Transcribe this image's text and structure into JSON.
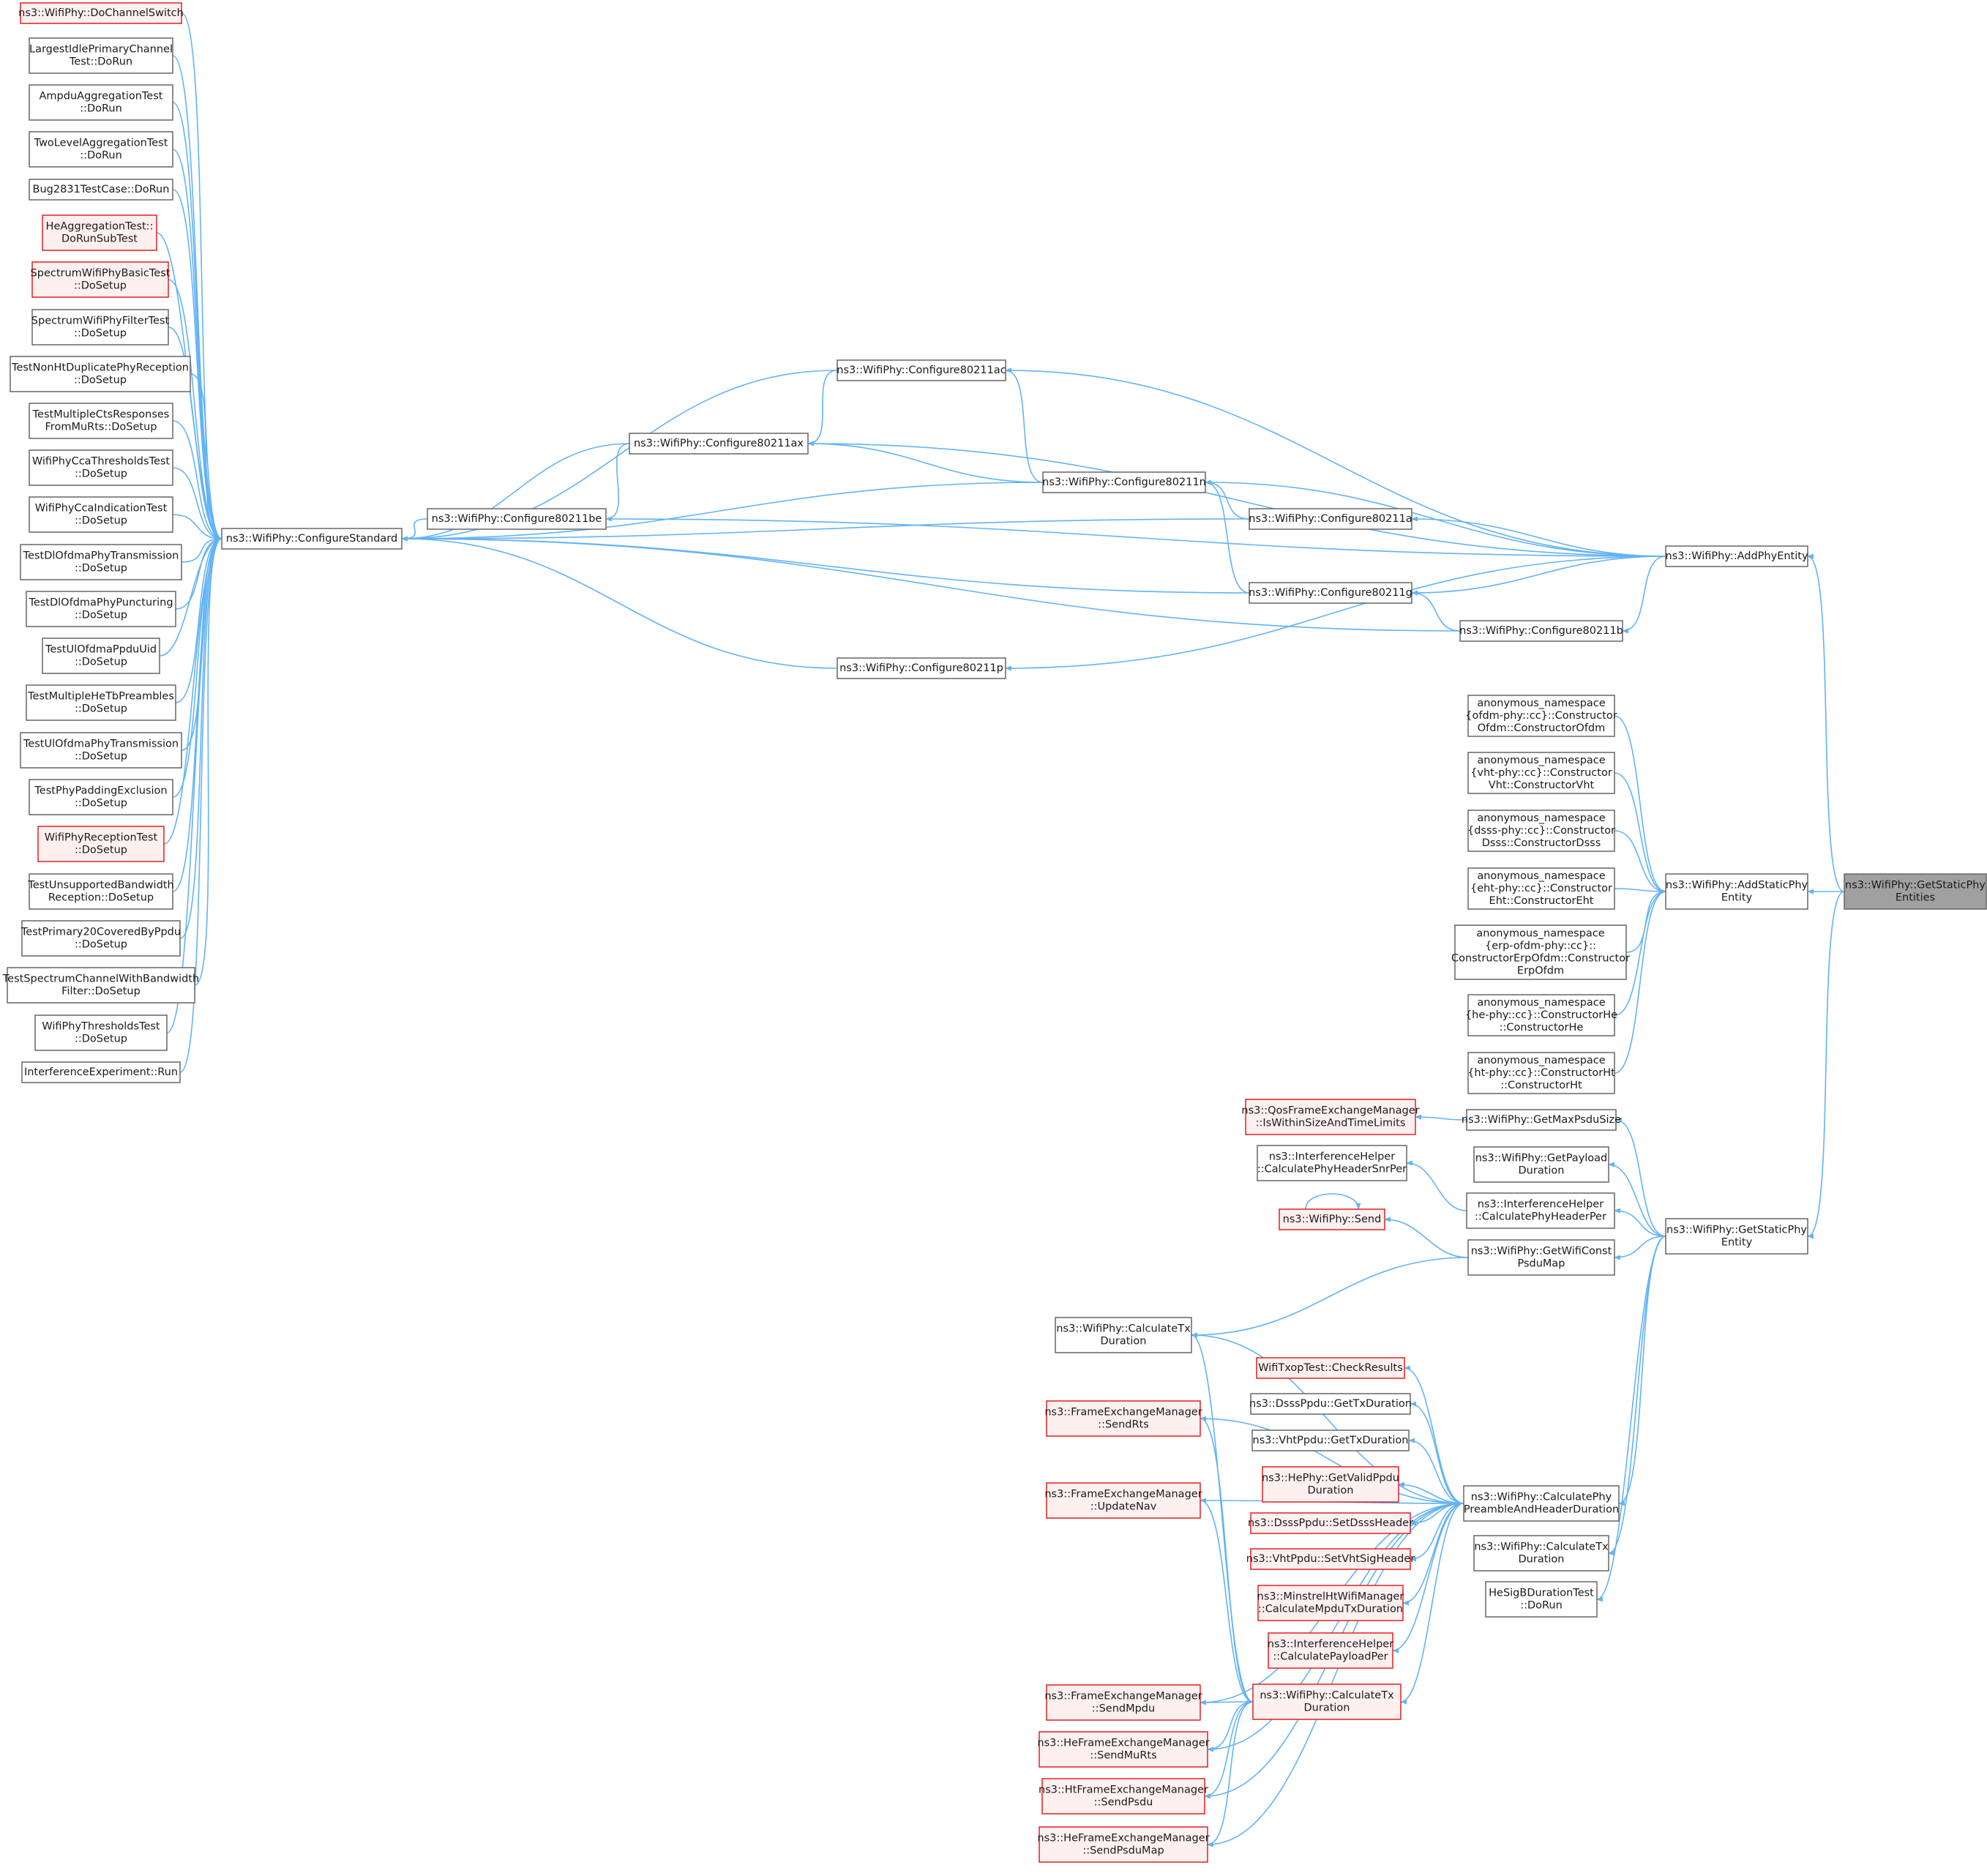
{
  "nodes": [
    {
      "id": "n0",
      "lines": [
        "ns3::WifiPhy::DoChannelSwitch"
      ],
      "style": "red"
    },
    {
      "id": "n1",
      "lines": [
        "LargestIdlePrimaryChannel",
        "Test::DoRun"
      ],
      "style": "normal"
    },
    {
      "id": "n2",
      "lines": [
        "AmpduAggregationTest",
        "::DoRun"
      ],
      "style": "normal"
    },
    {
      "id": "n3",
      "lines": [
        "TwoLevelAggregationTest",
        "::DoRun"
      ],
      "style": "normal"
    },
    {
      "id": "n4",
      "lines": [
        "Bug2831TestCase::DoRun"
      ],
      "style": "normal"
    },
    {
      "id": "n5",
      "lines": [
        "HeAggregationTest::",
        "DoRunSubTest"
      ],
      "style": "red"
    },
    {
      "id": "n6",
      "lines": [
        "SpectrumWifiPhyBasicTest",
        "::DoSetup"
      ],
      "style": "red"
    },
    {
      "id": "n7",
      "lines": [
        "SpectrumWifiPhyFilterTest",
        "::DoSetup"
      ],
      "style": "normal"
    },
    {
      "id": "n8",
      "lines": [
        "TestNonHtDuplicatePhyReception",
        "::DoSetup"
      ],
      "style": "normal"
    },
    {
      "id": "n9",
      "lines": [
        "TestMultipleCtsResponses",
        "FromMuRts::DoSetup"
      ],
      "style": "normal"
    },
    {
      "id": "n10",
      "lines": [
        "WifiPhyCcaThresholdsTest",
        "::DoSetup"
      ],
      "style": "normal"
    },
    {
      "id": "n11",
      "lines": [
        "WifiPhyCcaIndicationTest",
        "::DoSetup"
      ],
      "style": "normal"
    },
    {
      "id": "n12",
      "lines": [
        "TestDlOfdmaPhyTransmission",
        "::DoSetup"
      ],
      "style": "normal"
    },
    {
      "id": "n13",
      "lines": [
        "TestDlOfdmaPhyPuncturing",
        "::DoSetup"
      ],
      "style": "normal"
    },
    {
      "id": "n14",
      "lines": [
        "TestUlOfdmaPpduUid",
        "::DoSetup"
      ],
      "style": "normal"
    },
    {
      "id": "n15",
      "lines": [
        "TestMultipleHeTbPreambles",
        "::DoSetup"
      ],
      "style": "normal"
    },
    {
      "id": "n16",
      "lines": [
        "TestUlOfdmaPhyTransmission",
        "::DoSetup"
      ],
      "style": "normal"
    },
    {
      "id": "n17",
      "lines": [
        "TestPhyPaddingExclusion",
        "::DoSetup"
      ],
      "style": "normal"
    },
    {
      "id": "n18",
      "lines": [
        "WifiPhyReceptionTest",
        "::DoSetup"
      ],
      "style": "red"
    },
    {
      "id": "n19",
      "lines": [
        "TestUnsupportedBandwidth",
        "Reception::DoSetup"
      ],
      "style": "normal"
    },
    {
      "id": "n20",
      "lines": [
        "TestPrimary20CoveredByPpdu",
        "::DoSetup"
      ],
      "style": "normal"
    },
    {
      "id": "n21",
      "lines": [
        "TestSpectrumChannelWithBandwidth",
        "Filter::DoSetup"
      ],
      "style": "normal"
    },
    {
      "id": "n22",
      "lines": [
        "WifiPhyThresholdsTest",
        "::DoSetup"
      ],
      "style": "normal"
    },
    {
      "id": "n23",
      "lines": [
        "InterferenceExperiment::Run"
      ],
      "style": "normal"
    },
    {
      "id": "cs",
      "lines": [
        "ns3::WifiPhy::ConfigureStandard"
      ],
      "style": "normal"
    },
    {
      "id": "be",
      "lines": [
        "ns3::WifiPhy::Configure80211be"
      ],
      "style": "normal"
    },
    {
      "id": "ax",
      "lines": [
        "ns3::WifiPhy::Configure80211ax"
      ],
      "style": "normal"
    },
    {
      "id": "ac",
      "lines": [
        "ns3::WifiPhy::Configure80211ac"
      ],
      "style": "normal"
    },
    {
      "id": "n11n",
      "lines": [
        "ns3::WifiPhy::Configure80211n"
      ],
      "style": "normal"
    },
    {
      "id": "a",
      "lines": [
        "ns3::WifiPhy::Configure80211a"
      ],
      "style": "normal"
    },
    {
      "id": "g",
      "lines": [
        "ns3::WifiPhy::Configure80211g"
      ],
      "style": "normal"
    },
    {
      "id": "b",
      "lines": [
        "ns3::WifiPhy::Configure80211b"
      ],
      "style": "normal"
    },
    {
      "id": "p",
      "lines": [
        "ns3::WifiPhy::Configure80211p"
      ],
      "style": "normal"
    },
    {
      "id": "ape",
      "lines": [
        "ns3::WifiPhy::AddPhyEntity"
      ],
      "style": "normal"
    },
    {
      "id": "c1",
      "lines": [
        "anonymous_namespace",
        "{ofdm-phy::cc}::Constructor",
        "Ofdm::ConstructorOfdm"
      ],
      "style": "normal"
    },
    {
      "id": "c2",
      "lines": [
        "anonymous_namespace",
        "{vht-phy::cc}::Constructor",
        "Vht::ConstructorVht"
      ],
      "style": "normal"
    },
    {
      "id": "c3",
      "lines": [
        "anonymous_namespace",
        "{dsss-phy::cc}::Constructor",
        "Dsss::ConstructorDsss"
      ],
      "style": "normal"
    },
    {
      "id": "c4",
      "lines": [
        "anonymous_namespace",
        "{eht-phy::cc}::Constructor",
        "Eht::ConstructorEht"
      ],
      "style": "normal"
    },
    {
      "id": "c5",
      "lines": [
        "anonymous_namespace",
        "{erp-ofdm-phy::cc}::",
        "ConstructorErpOfdm::Constructor",
        "ErpOfdm"
      ],
      "style": "normal"
    },
    {
      "id": "c6",
      "lines": [
        "anonymous_namespace",
        "{he-phy::cc}::ConstructorHe",
        "::ConstructorHe"
      ],
      "style": "normal"
    },
    {
      "id": "c7",
      "lines": [
        "anonymous_namespace",
        "{ht-phy::cc}::ConstructorHt",
        "::ConstructorHt"
      ],
      "style": "normal"
    },
    {
      "id": "aspe",
      "lines": [
        "ns3::WifiPhy::AddStaticPhy",
        "Entity"
      ],
      "style": "normal"
    },
    {
      "id": "gspes",
      "lines": [
        "ns3::WifiPhy::GetStaticPhy",
        "Entities"
      ],
      "style": "focus"
    },
    {
      "id": "qos",
      "lines": [
        "ns3::QosFrameExchangeManager",
        "::IsWithinSizeAndTimeLimits"
      ],
      "style": "red"
    },
    {
      "id": "gmps",
      "lines": [
        "ns3::WifiPhy::GetMaxPsduSize"
      ],
      "style": "normal"
    },
    {
      "id": "gpd",
      "lines": [
        "ns3::WifiPhy::GetPayload",
        "Duration"
      ],
      "style": "normal"
    },
    {
      "id": "ihsnr",
      "lines": [
        "ns3::InterferenceHelper",
        "::CalculatePhyHeaderSnrPer"
      ],
      "style": "normal"
    },
    {
      "id": "ihper",
      "lines": [
        "ns3::InterferenceHelper",
        "::CalculatePhyHeaderPer"
      ],
      "style": "normal"
    },
    {
      "id": "send",
      "lines": [
        "ns3::WifiPhy::Send"
      ],
      "style": "red"
    },
    {
      "id": "gwcpm",
      "lines": [
        "ns3::WifiPhy::GetWifiConst",
        "PsduMap"
      ],
      "style": "normal"
    },
    {
      "id": "gspe",
      "lines": [
        "ns3::WifiPhy::GetStaticPhy",
        "Entity"
      ],
      "style": "normal"
    },
    {
      "id": "ctxd1",
      "lines": [
        "ns3::WifiPhy::CalculateTx",
        "Duration"
      ],
      "style": "normal"
    },
    {
      "id": "sendrts",
      "lines": [
        "ns3::FrameExchangeManager",
        "::SendRts"
      ],
      "style": "red"
    },
    {
      "id": "updnav",
      "lines": [
        "ns3::FrameExchangeManager",
        "::UpdateNav"
      ],
      "style": "red"
    },
    {
      "id": "wtt",
      "lines": [
        "WifiTxopTest::CheckResults"
      ],
      "style": "red"
    },
    {
      "id": "dsssd",
      "lines": [
        "ns3::DsssPpdu::GetTxDuration"
      ],
      "style": "normal"
    },
    {
      "id": "vhtd",
      "lines": [
        "ns3::VhtPpdu::GetTxDuration"
      ],
      "style": "normal"
    },
    {
      "id": "hevp",
      "lines": [
        "ns3::HePhy::GetValidPpdu",
        "Duration"
      ],
      "style": "red"
    },
    {
      "id": "dsssh",
      "lines": [
        "ns3::DsssPpdu::SetDsssHeader"
      ],
      "style": "red"
    },
    {
      "id": "vhts",
      "lines": [
        "ns3::VhtPpdu::SetVhtSigHeader"
      ],
      "style": "red"
    },
    {
      "id": "minst",
      "lines": [
        "ns3::MinstrelHtWifiManager",
        "::CalculateMpduTxDuration"
      ],
      "style": "red"
    },
    {
      "id": "ihpp",
      "lines": [
        "ns3::InterferenceHelper",
        "::CalculatePayloadPer"
      ],
      "style": "red"
    },
    {
      "id": "ctxd2",
      "lines": [
        "ns3::WifiPhy::CalculateTx",
        "Duration"
      ],
      "style": "red"
    },
    {
      "id": "sendmpdu",
      "lines": [
        "ns3::FrameExchangeManager",
        "::SendMpdu"
      ],
      "style": "red"
    },
    {
      "id": "sendmurts",
      "lines": [
        "ns3::HeFrameExchangeManager",
        "::SendMuRts"
      ],
      "style": "red"
    },
    {
      "id": "sendpsdu",
      "lines": [
        "ns3::HtFrameExchangeManager",
        "::SendPsdu"
      ],
      "style": "red"
    },
    {
      "id": "sendpsdumap",
      "lines": [
        "ns3::HeFrameExchangeManager",
        "::SendPsduMap"
      ],
      "style": "red"
    },
    {
      "id": "cpahd",
      "lines": [
        "ns3::WifiPhy::CalculatePhy",
        "PreambleAndHeaderDuration"
      ],
      "style": "normal"
    },
    {
      "id": "ctxd3",
      "lines": [
        "ns3::WifiPhy::CalculateTx",
        "Duration"
      ],
      "style": "normal"
    },
    {
      "id": "hesig",
      "lines": [
        "HeSigBDurationTest",
        "::DoRun"
      ],
      "style": "normal"
    }
  ]
}
